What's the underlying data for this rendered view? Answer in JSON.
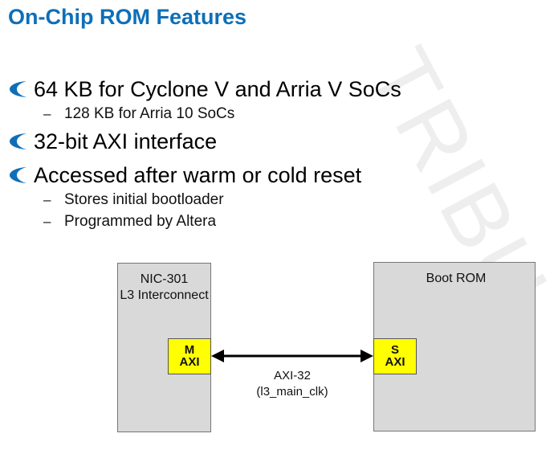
{
  "title": "On-Chip ROM Features",
  "watermark": "TRIBU",
  "bullets": [
    {
      "text": "64 KB for Cyclone V and Arria V SoCs",
      "sub": [
        "128 KB for Arria 10 SoCs"
      ]
    },
    {
      "text": "32-bit AXI interface",
      "sub": []
    },
    {
      "text": "Accessed after warm or cold reset",
      "sub": [
        "Stores initial bootloader",
        "Programmed by Altera"
      ]
    }
  ],
  "diagram": {
    "left_block": {
      "line1": "NIC-301",
      "line2": "L3 Interconnect",
      "port_top": "M",
      "port_bottom": "AXI"
    },
    "right_block": {
      "label": "Boot ROM",
      "port_top": "S",
      "port_bottom": "AXI"
    },
    "bus": {
      "line1": "AXI-32",
      "line2": "(l3_main_clk)"
    }
  },
  "colors": {
    "title": "#0e6fb8",
    "bullet_mark": "#0e6fb8",
    "port_fill": "#ffff00",
    "block_fill": "#d9d9d9"
  },
  "icons": {
    "bullet": "crescent-bullet-icon",
    "arrow": "double-arrow-icon"
  }
}
